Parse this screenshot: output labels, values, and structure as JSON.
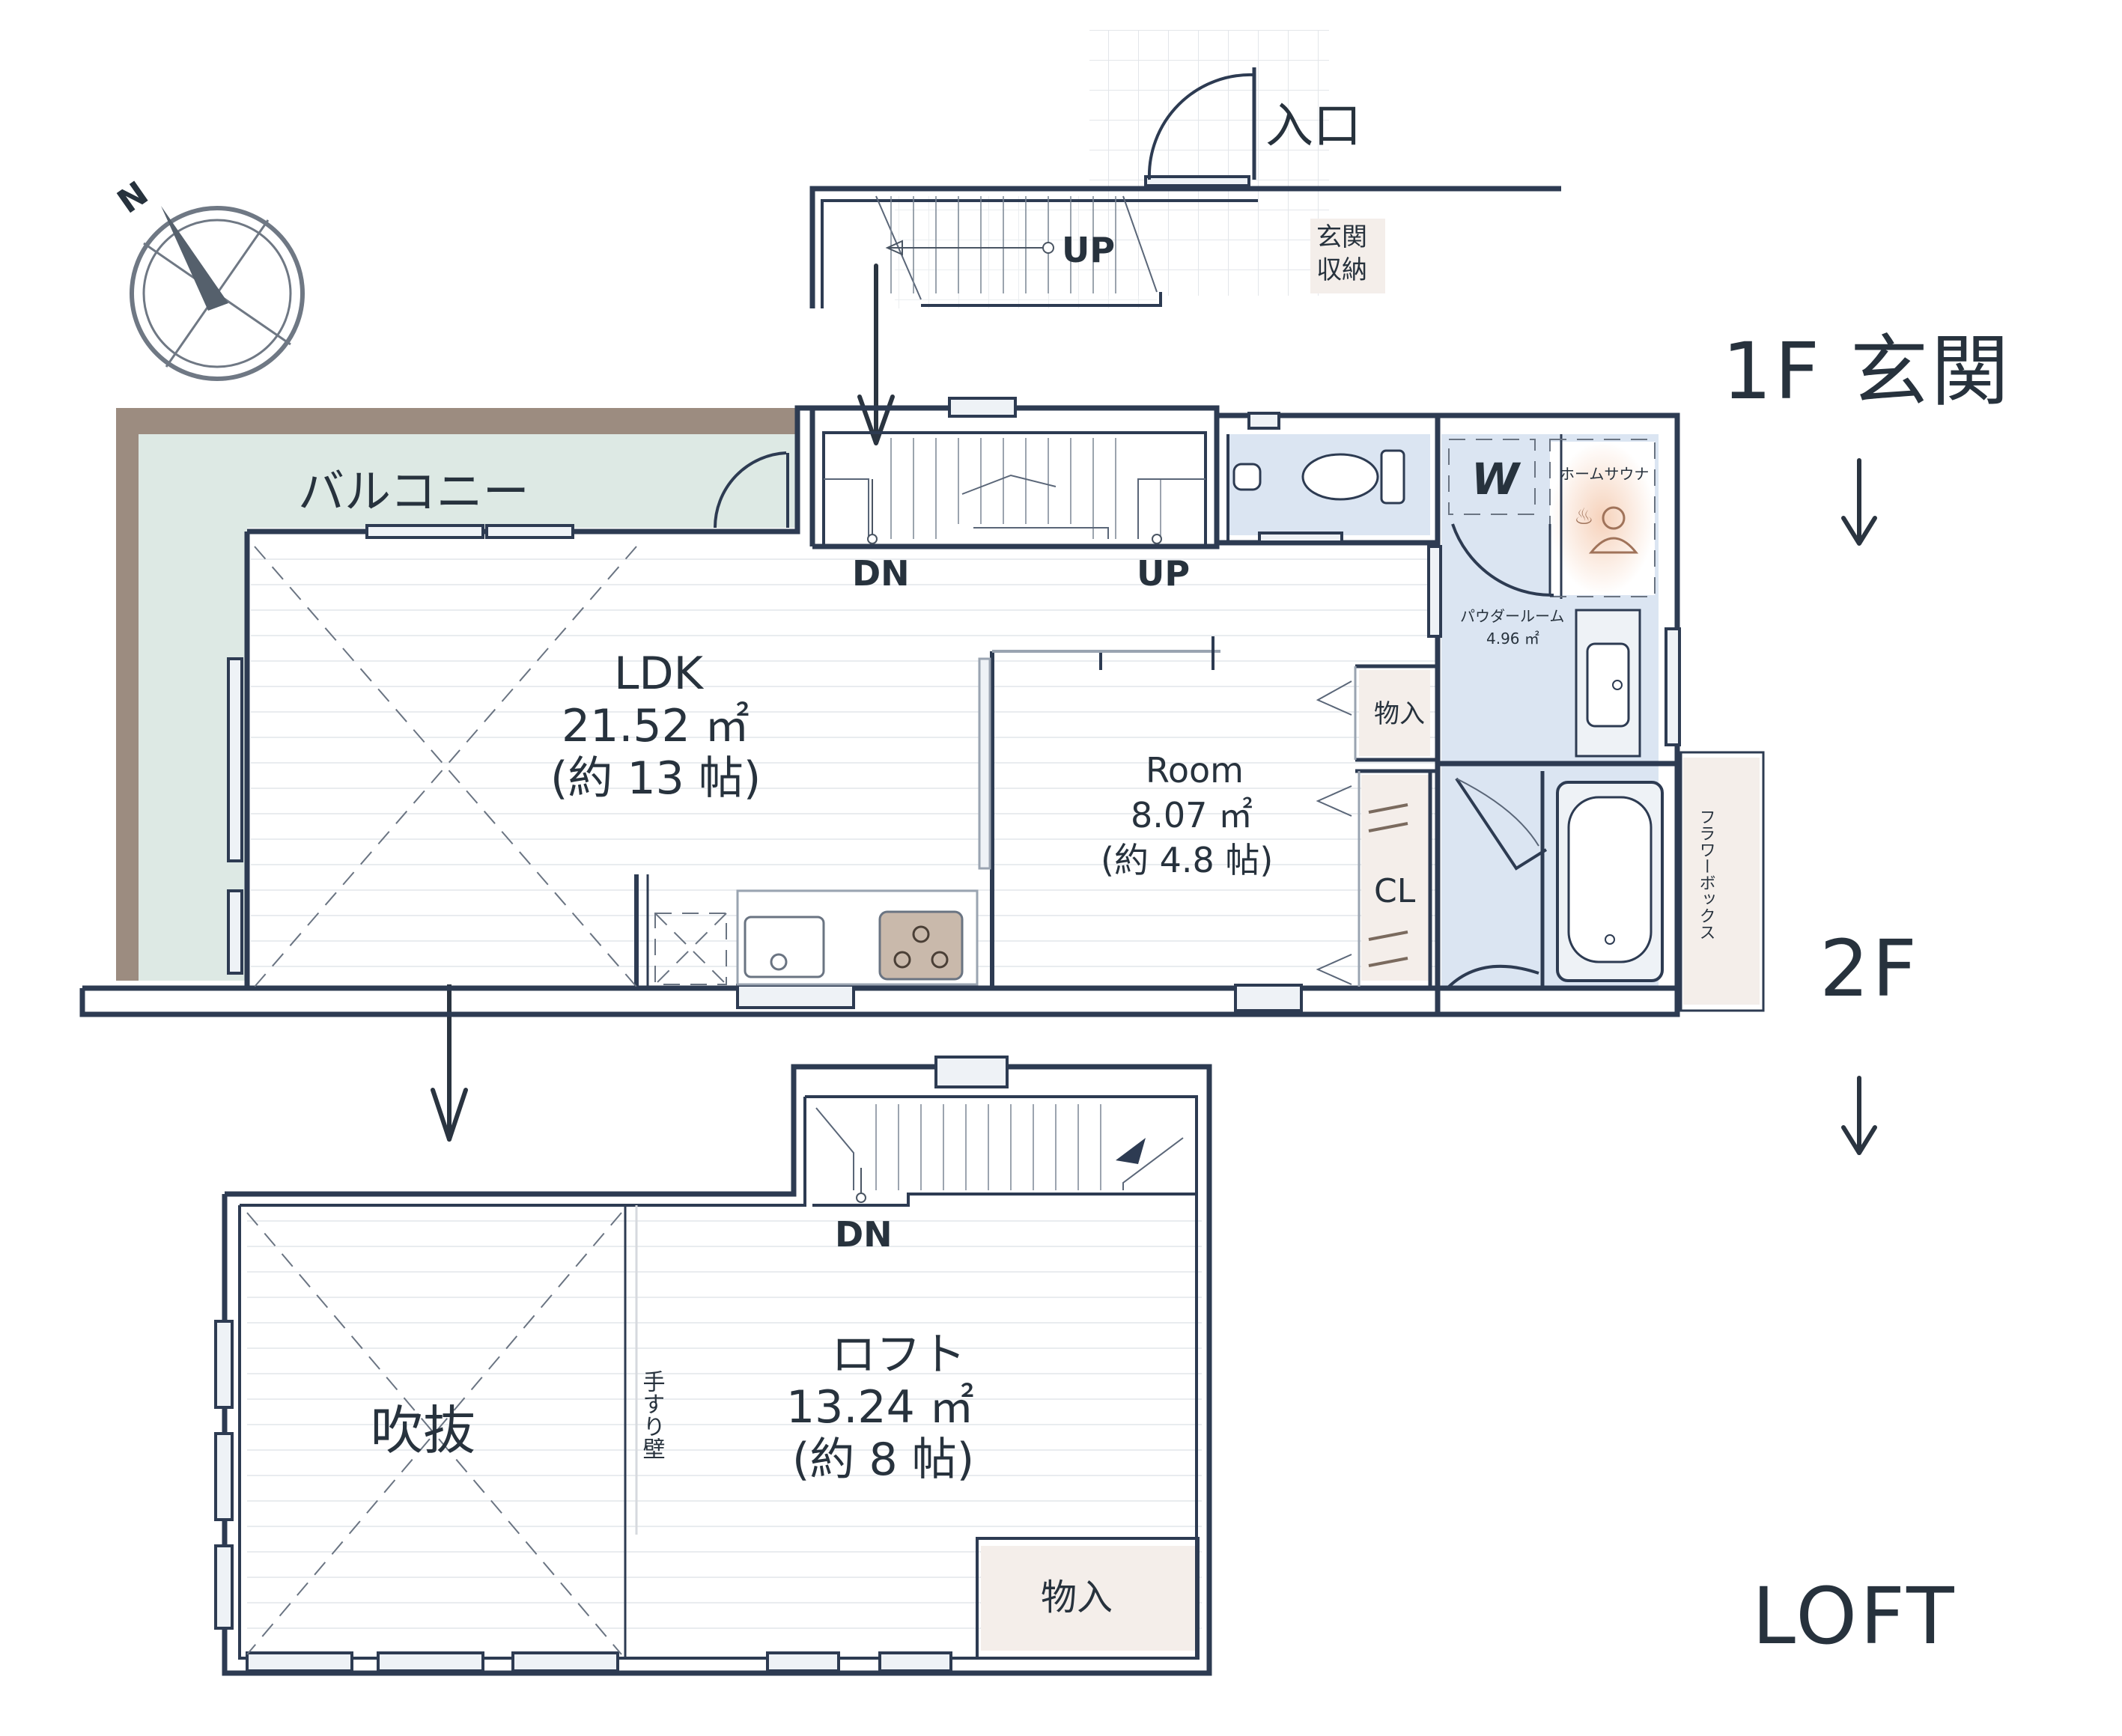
{
  "labels": {
    "entrance": "入口",
    "entrance_storage": "玄関\n収納",
    "up_1f": "UP",
    "floor_1f": "1F 玄関",
    "floor_2f": "2F",
    "floor_loft": "LOFT",
    "balcony": "バルコニー",
    "dn_2f": "DN",
    "up_2f": "UP",
    "wic": "W",
    "sauna": "ホームサウナ",
    "powder_room": "パウダールーム",
    "powder_area": "4.96 ㎡",
    "ldk_name": "LDK",
    "ldk_area": "21.52 ㎡",
    "ldk_tatami": "(約 13 帖)",
    "room_name": "Room",
    "room_area": "8.07 ㎡",
    "room_tatami": "(約 4.8 帖)",
    "storage_2f": "物入",
    "closet": "CL",
    "flower_box": "フラワーボックス",
    "dn_loft": "DN",
    "void": "吹抜",
    "handrail_wall": "手すり壁",
    "loft_name": "ロフト",
    "loft_area": "13.24 ㎡",
    "loft_tatami": "(約 8 帖)",
    "storage_loft": "物入",
    "compass_n": "N"
  },
  "colors": {
    "wall": "#2d3b52",
    "balcony": "#dde9e4",
    "balcony_edge": "#9c8c80",
    "wet_area": "#dbe5f2",
    "storage": "#f4eeea",
    "floor_line": "#eceff2",
    "sauna_glow": "#f7dcc9",
    "text": "#27323d"
  },
  "icons": [
    "compass-icon",
    "door-swing-icon",
    "stair-arrow-icon",
    "toilet-icon",
    "sink-icon",
    "stove-icon",
    "bathtub-icon",
    "sauna-icon",
    "floor-arrow-icon"
  ]
}
